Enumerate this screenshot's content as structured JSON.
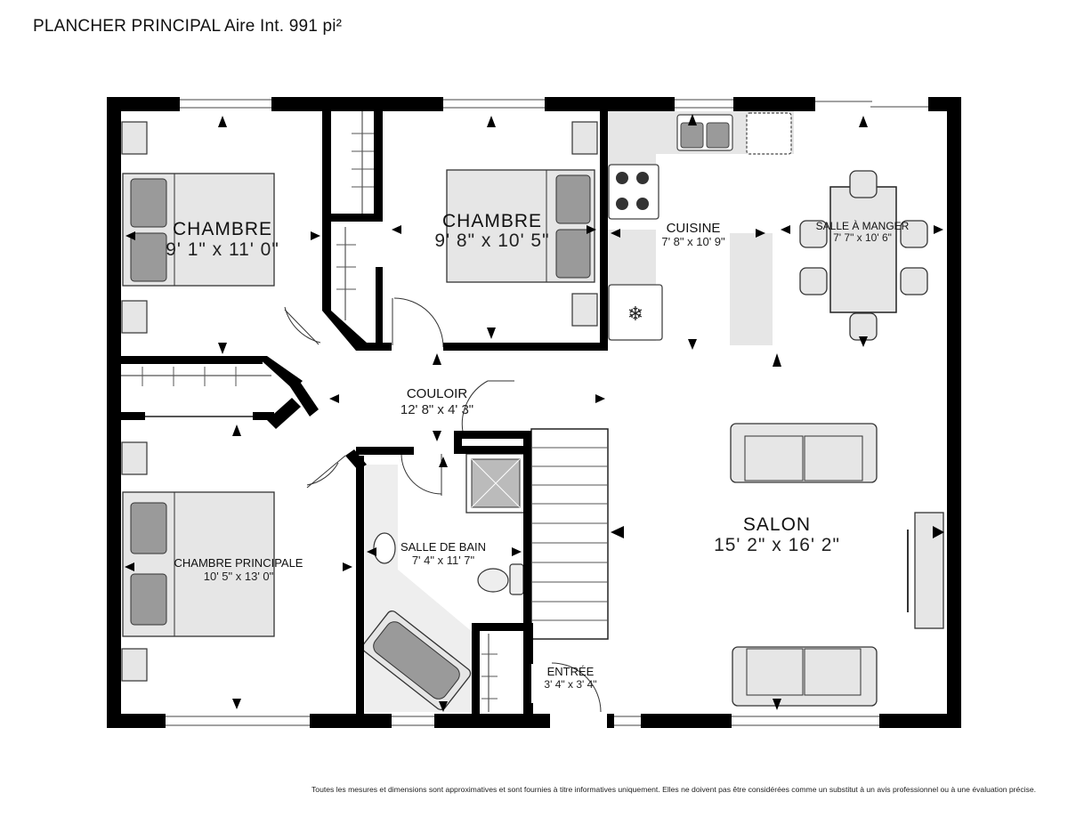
{
  "header": {
    "title": "PLANCHER PRINCIPAL Aire Int. 991 pi²"
  },
  "rooms": {
    "bedroom_left": {
      "name": "CHAMBRE",
      "dims": "9' 1\" x 11' 0\""
    },
    "bedroom_middle": {
      "name": "CHAMBRE",
      "dims": "9' 8\" x 10' 5\""
    },
    "kitchen": {
      "name": "CUISINE",
      "dims": "7' 8\" x 10' 9\""
    },
    "dining": {
      "name": "SALLE À MANGER",
      "dims": "7' 7\" x 10' 6\""
    },
    "hallway": {
      "name": "COULOIR",
      "dims": "12' 8\" x 4' 3\""
    },
    "master": {
      "name": "CHAMBRE PRINCIPALE",
      "dims": "10' 5\" x 13' 0\""
    },
    "bathroom": {
      "name": "SALLE DE BAIN",
      "dims": "7' 4\" x 11' 7\""
    },
    "living": {
      "name": "SALON",
      "dims": "15' 2\" x 16' 2\""
    },
    "entry": {
      "name": "ENTRÉE",
      "dims": "3' 4\" x 3' 4\""
    }
  },
  "footer": {
    "disclaimer": "Toutes les mesures et dimensions sont approximatives et sont fournies à titre informatives uniquement. Elles ne doivent pas être considérées comme un substitut à un avis professionnel ou à une évaluation précise."
  },
  "colors": {
    "wall": "#000000",
    "fixture_fill": "#e6e6e6",
    "fixture_dark": "#9a9a9a",
    "background": "#ffffff"
  }
}
